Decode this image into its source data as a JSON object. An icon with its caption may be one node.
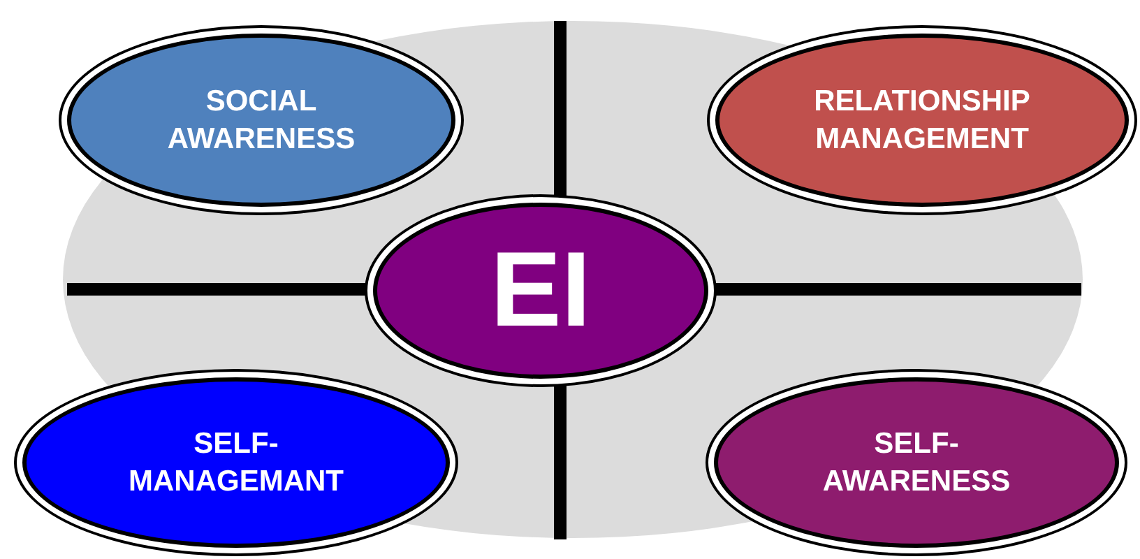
{
  "diagram": {
    "nodes": [
      {
        "text": [
          "SOCIAL AWARENESS"
        ]
      },
      {
        "text": [
          "RELATIONSHIP MANAGEMENT"
        ]
      },
      {
        "text": [
          "EI"
        ]
      },
      {
        "text": [
          "SELF- MANAGEMANT"
        ]
      },
      {
        "text": [
          "SELF- AWARENESS"
        ]
      }
    ]
  }
}
